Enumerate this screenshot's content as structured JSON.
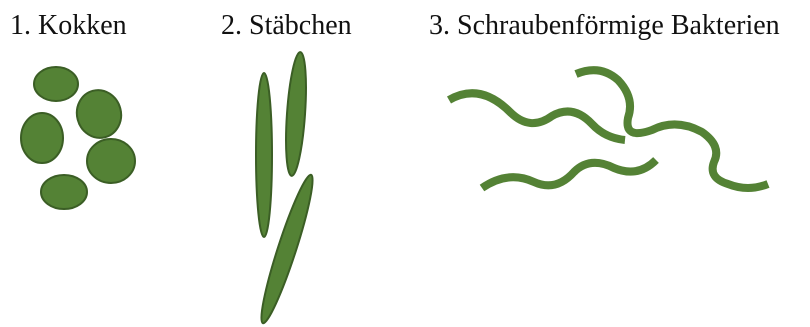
{
  "labels": {
    "kokken": "1. Kokken",
    "staebchen": "2. Stäbchen",
    "schraubenfoermige": "3. Schraubenförmige Bakterien"
  },
  "colors": {
    "fill": "#548235",
    "stroke": "#3b5e25",
    "text": "#111111",
    "background": "#ffffff"
  },
  "shapes": {
    "kokken_count": 5,
    "staebchen_count": 3,
    "spiral_count": 3
  }
}
